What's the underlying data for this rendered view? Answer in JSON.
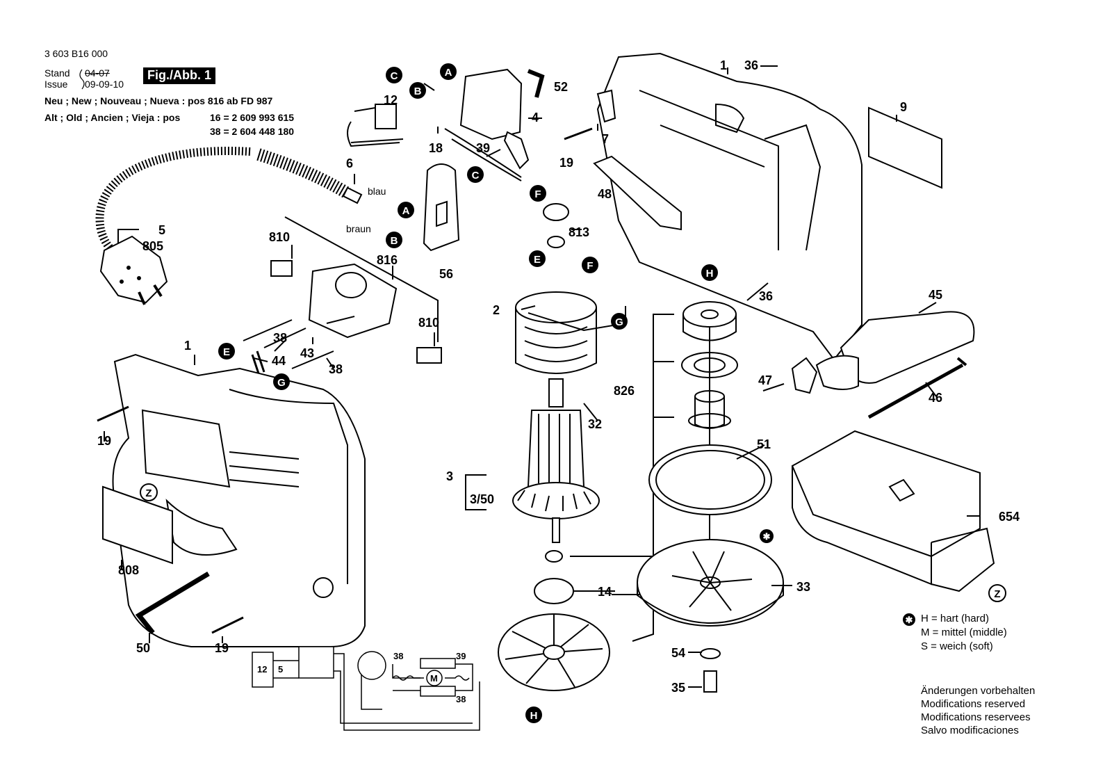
{
  "header": {
    "part_number": "3 603 B16 000",
    "stand_label": "Stand",
    "issue_label": "Issue",
    "stand_date": "04-07",
    "issue_date": "09-09-10",
    "figure_tag": "Fig./Abb. 1",
    "new_line": "Neu ; New ; Nouveau ; Nueva : pos 816 ab FD 987",
    "old_line_prefix": "Alt ; Old ; Ancien ; Vieja : pos",
    "old_line_1": "16 = 2 609 993 615",
    "old_line_2": "38 = 2 604 448 180"
  },
  "callouts": {
    "c1": "1",
    "c1b": "1",
    "c2": "2",
    "c3": "3",
    "c3_50": "3/50",
    "c4": "4",
    "c5": "5",
    "c6": "6",
    "c7": "7",
    "c9": "9",
    "c12": "12",
    "c14": "14",
    "c18": "18",
    "c19a": "19",
    "c19b": "19",
    "c19c": "19",
    "c32": "32",
    "c33": "33",
    "c35": "35",
    "c36a": "36",
    "c36b": "36",
    "c38a": "38",
    "c38b": "38",
    "c39": "39",
    "c43": "43",
    "c44": "44",
    "c45": "45",
    "c46": "46",
    "c47": "47",
    "c48": "48",
    "c50": "50",
    "c51": "51",
    "c52": "52",
    "c54": "54",
    "c56": "56",
    "c654": "654",
    "c805": "805",
    "c808": "808",
    "c810a": "810",
    "c810b": "810",
    "c813": "813",
    "c816": "816",
    "c826": "826"
  },
  "wire_labels": {
    "blau": "blau",
    "braun": "braun"
  },
  "connectors": {
    "A": "A",
    "B": "B",
    "C": "C",
    "E": "E",
    "F": "F",
    "G": "G",
    "H": "H",
    "Z": "Z"
  },
  "schematic": {
    "c12": "12",
    "c5": "5",
    "c38a": "38",
    "c39": "39",
    "c38b": "38",
    "motor": "M"
  },
  "legend": {
    "hard": "H = hart (hard)",
    "middle": "M = mittel (middle)",
    "soft": "S = weich (soft)"
  },
  "modifications": [
    "Änderungen vorbehalten",
    "Modifications reserved",
    "Modifications reservees",
    "Salvo modificaciones"
  ]
}
